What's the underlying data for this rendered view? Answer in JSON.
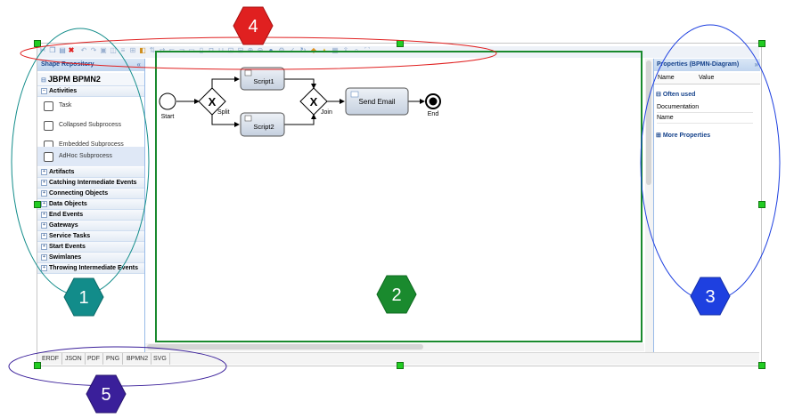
{
  "shape_repository": {
    "title": "Shape Repository",
    "collapse": "«",
    "stencil": "JBPM BPMN2",
    "categories": {
      "activities": "Activities",
      "artifacts": "Artifacts",
      "catching": "Catching Intermediate Events",
      "connecting": "Connecting Objects",
      "data": "Data Objects",
      "end": "End Events",
      "gateways": "Gateways",
      "service": "Service Tasks",
      "start": "Start Events",
      "swimlanes": "Swimlanes",
      "throwing": "Throwing Intermediate Events"
    },
    "items": {
      "task": "Task",
      "collapsed": "Collapsed Subprocess",
      "embedded": "Embedded Subprocess",
      "adhoc": "AdHoc Subprocess"
    }
  },
  "properties": {
    "title": "Properties (BPMN-Diagram)",
    "collapse": "»",
    "col_name": "Name",
    "col_value": "Value",
    "often_used": "Often used",
    "rows": {
      "documentation": "Documentation",
      "name": "Name"
    },
    "more": "More Properties"
  },
  "diagram": {
    "start": "Start",
    "split": "Split",
    "script1": "Script1",
    "script2": "Script2",
    "join": "Join",
    "send_email": "Send Email",
    "end": "End"
  },
  "bottom_tabs": {
    "erdf": "ERDF",
    "json": "JSON",
    "pdf": "PDF",
    "png": "PNG",
    "bpmn2": "BPMN2",
    "svg": "SVG"
  },
  "annotations": {
    "one": "1",
    "two": "2",
    "three": "3",
    "four": "4",
    "five": "5"
  },
  "colors": {
    "green_frame": "#1a8a2e",
    "teal": "#128c8a",
    "green_hex": "#1a8a2e",
    "blue_hex": "#1e40e0",
    "red_hex": "#e02020",
    "indigo_hex": "#3a1f9a"
  }
}
